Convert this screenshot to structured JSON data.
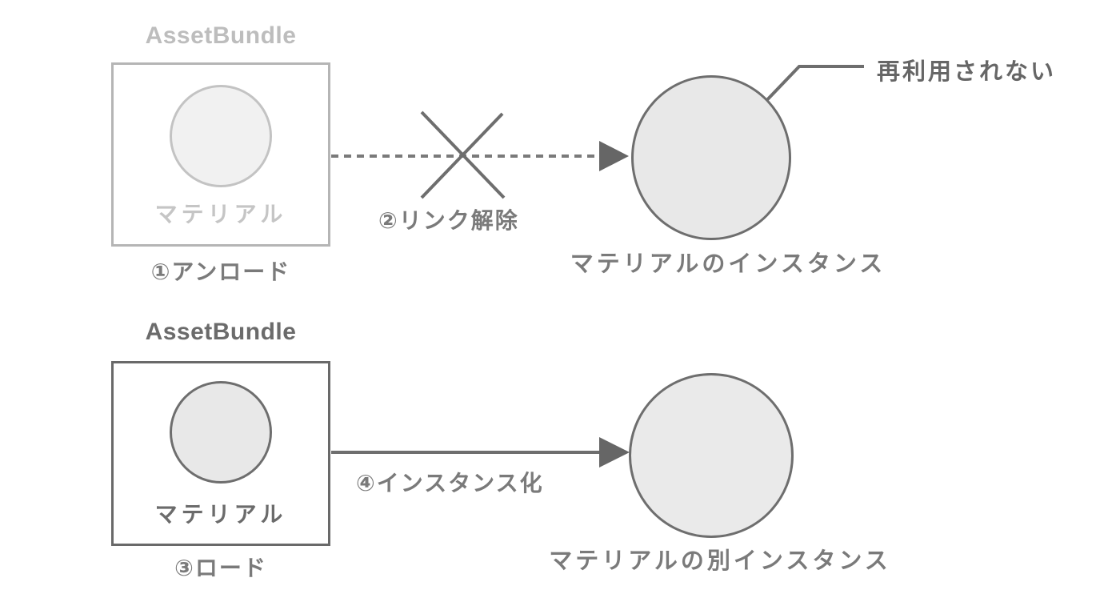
{
  "diagram": {
    "top": {
      "bundle_title": "AssetBundle",
      "material_label": "マテリアル",
      "step_unload": "①アンロード",
      "step_unlink": "②リンク解除",
      "instance_label": "マテリアルのインスタンス",
      "callout": "再利用されない"
    },
    "bottom": {
      "bundle_title": "AssetBundle",
      "material_label": "マテリアル",
      "step_load": "③ロード",
      "step_instantiate": "④インスタンス化",
      "instance_label": "マテリアルの別インスタンス"
    },
    "colors": {
      "background": "#ffffff",
      "faded_stroke": "#b5b5b5",
      "faded_fill": "#f1f1f1",
      "faded_text": "#c0c0c0",
      "stroke": "#6e6e6e",
      "arrow_fill": "#666666",
      "text": "#7a7a7a",
      "dark_text": "#666666",
      "circle_fill": "#e9e9e9"
    }
  }
}
